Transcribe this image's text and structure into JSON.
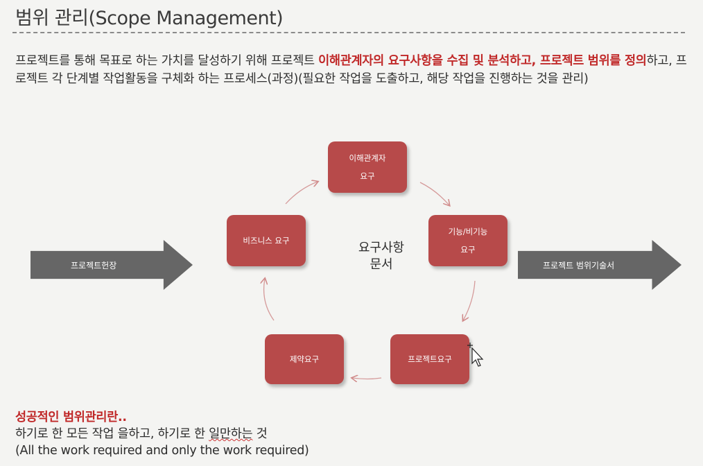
{
  "title": "범위 관리(Scope Management)",
  "description": {
    "part1": "프로젝트를 통해 목표로 하는 가치를 달성하기 위해 프로젝트 ",
    "highlight1": "이해관계자의 요구사항을 수집 및 분석하고, 프로젝트 범위를 정의",
    "part2": "하고, 프로젝트 각 단계별 작업활동을 구체화 하는 프로세스(과정)(필요한 작업을 도출하고, 해당 작업을 진행하는 것을 관리)"
  },
  "diagram": {
    "input_arrow": "프로젝트헌장",
    "output_arrow": "프로젝트 범위기술서",
    "center_line1": "요구사항",
    "center_line2": "문서",
    "nodes": {
      "stakeholder_line1": "이해관계자",
      "stakeholder_line2": "요구",
      "functional_line1": "기능/비기능",
      "functional_line2": "요구",
      "project": "프로젝트요구",
      "constraint": "제약요구",
      "business": "비즈니스 요구"
    }
  },
  "conclusion": {
    "heading": "성공적인 범위관리란..",
    "line1_a": "하기로 한 모든 작업 을하고, 하기로 한 ",
    "line1_b": "일만하는",
    "line1_c": " 것",
    "line2": "(All the work required and only the work required)"
  },
  "colors": {
    "node_fill": "#b74a4a",
    "highlight": "#c02828",
    "arrow": "#666666"
  }
}
